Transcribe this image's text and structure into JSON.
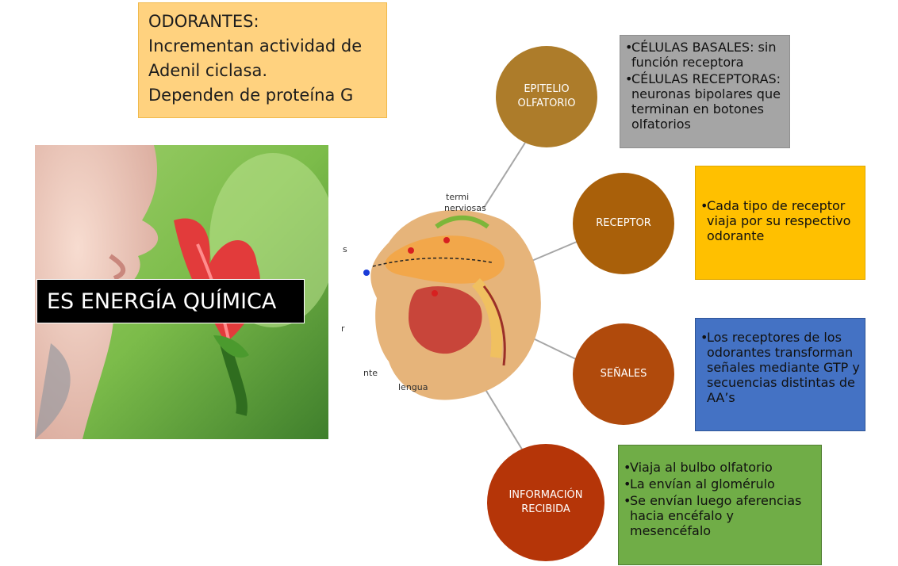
{
  "odorantes": {
    "lines": [
      "ODORANTES:",
      "Incrementan actividad de",
      "Adenil ciclasa.",
      "Dependen de proteína G"
    ]
  },
  "photo": {
    "label": "ES ENERGÍA QUÍMICA"
  },
  "anatomy": {
    "labels": {
      "nerves": "terminaciones nerviosas",
      "tongue": "lengua",
      "left_s": "s",
      "left_r": "r",
      "left_nte": "nte"
    }
  },
  "nodes": [
    {
      "title": "EPITELIO OLFATORIO",
      "color": "#ad7c2a",
      "box_color": "#a5a5a5",
      "items": [
        "CÉLULAS BASALES: sin función receptora",
        "CÉLULAS RECEPTORAS: neuronas bipolares que terminan en botones olfatorios"
      ]
    },
    {
      "title": "RECEPTOR",
      "color": "#a9600a",
      "box_color": "#ffc000",
      "items": [
        "Cada tipo de receptor viaja por su respectivo odorante"
      ]
    },
    {
      "title": "SEÑALES",
      "color": "#b04a0c",
      "box_color": "#4472c4",
      "items": [
        "Los receptores de los odorantes transforman señales mediante GTP y secuencias distintas de AA’s"
      ]
    },
    {
      "title": "INFORMACIÓN RECIBIDA",
      "color": "#b53508",
      "box_color": "#70ad47",
      "items": [
        "Viaja al bulbo olfatorio",
        "La envían al glomérulo",
        "Se envían luego aferencias hacia encéfalo y mesencéfalo"
      ]
    }
  ]
}
